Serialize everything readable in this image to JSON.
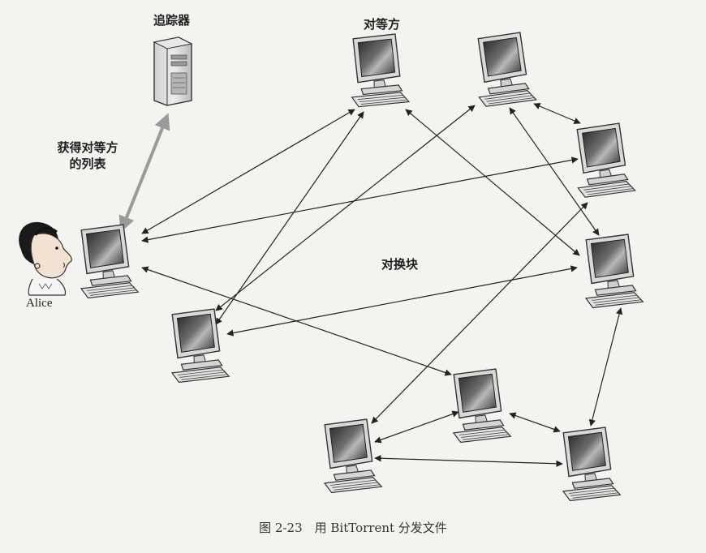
{
  "labels": {
    "tracker": "追踪器",
    "peers": "对等方",
    "get_peer_list_line1": "获得对等方",
    "get_peer_list_line2": "的列表",
    "trade_chunks": "对换块",
    "alice": "Alice"
  },
  "caption": "图 2-23　用 BitTorrent 分发文件",
  "colors": {
    "background": "#f4f3f0",
    "arrow": "#222222",
    "tracker_arrow": "#9a9a9a",
    "screen_dark": "#2b2b2b",
    "screen_light": "#b8b8b8",
    "casing": "#d9d9d9"
  },
  "nodes": [
    {
      "id": "alice",
      "kind": "computer"
    },
    {
      "id": "peer-top-center",
      "kind": "computer"
    },
    {
      "id": "peer-top-right",
      "kind": "computer"
    },
    {
      "id": "peer-right-upper",
      "kind": "computer"
    },
    {
      "id": "peer-right-middle",
      "kind": "computer"
    },
    {
      "id": "peer-left-lower",
      "kind": "computer"
    },
    {
      "id": "peer-bottom-center",
      "kind": "computer"
    },
    {
      "id": "peer-bottom-left",
      "kind": "computer"
    },
    {
      "id": "peer-bottom-right",
      "kind": "computer"
    }
  ],
  "edges": [
    [
      "alice",
      "peer-top-center"
    ],
    [
      "alice",
      "peer-right-upper"
    ],
    [
      "alice",
      "peer-bottom-center"
    ],
    [
      "peer-top-center",
      "peer-left-lower"
    ],
    [
      "peer-top-center",
      "peer-right-middle"
    ],
    [
      "peer-top-right",
      "peer-left-lower"
    ],
    [
      "peer-top-right",
      "peer-right-upper"
    ],
    [
      "peer-top-right",
      "peer-right-middle"
    ],
    [
      "peer-left-lower",
      "peer-right-middle"
    ],
    [
      "peer-right-upper",
      "peer-bottom-left"
    ],
    [
      "peer-right-middle",
      "peer-bottom-right"
    ],
    [
      "peer-bottom-center",
      "peer-bottom-left"
    ],
    [
      "peer-bottom-center",
      "peer-bottom-right"
    ],
    [
      "peer-bottom-left",
      "peer-bottom-right"
    ]
  ]
}
